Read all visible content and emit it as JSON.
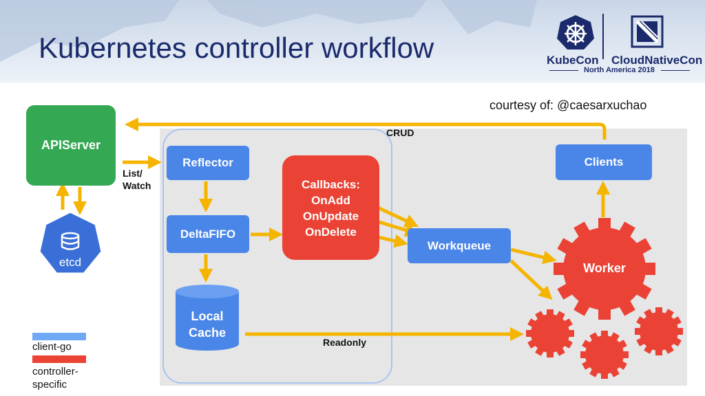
{
  "header": {
    "title": "Kubernetes controller workflow",
    "logo": {
      "kubecon": "KubeCon",
      "cloudnativecon": "CloudNativeCon",
      "event": "North America 2018"
    }
  },
  "courtesy": "courtesy of: @caesarxuchao",
  "nodes": {
    "apiserver": "APIServer",
    "etcd": "etcd",
    "reflector": "Reflector",
    "deltafifo": "DeltaFIFO",
    "local_cache": [
      "Local",
      "Cache"
    ],
    "callbacks": [
      "Callbacks:",
      "OnAdd",
      "OnUpdate",
      "OnDelete"
    ],
    "workqueue": "Workqueue",
    "clients": "Clients",
    "worker": "Worker"
  },
  "edge_labels": {
    "list_watch": [
      "List/",
      "Watch"
    ],
    "crud": "CRUD",
    "readonly": "Readonly"
  },
  "legend": {
    "client_go": "client-go",
    "controller_specific": [
      "controller-",
      "specific"
    ]
  },
  "colors": {
    "client_go": "#6fa8f5",
    "controller_specific": "#ea4335",
    "arrow": "#f4b400",
    "apiserver": "#34a853",
    "etcd": "#3a6fd8",
    "title": "#1b2a6b"
  }
}
